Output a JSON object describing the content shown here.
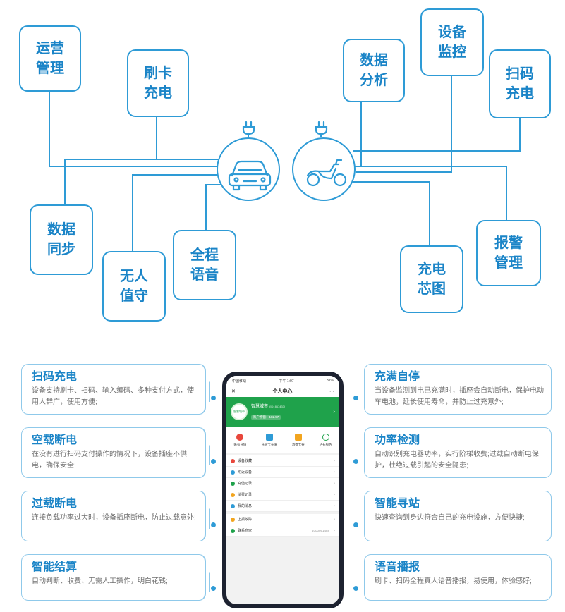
{
  "diagram": {
    "nodes": [
      {
        "id": "ops",
        "line1": "运营",
        "line2": "管理"
      },
      {
        "id": "card",
        "line1": "刷卡",
        "line2": "充电"
      },
      {
        "id": "sync",
        "line1": "数据",
        "line2": "同步"
      },
      {
        "id": "unattended",
        "line1": "无人",
        "line2": "值守"
      },
      {
        "id": "voice",
        "line1": "全程",
        "line2": "语音"
      },
      {
        "id": "analysis",
        "line1": "数据",
        "line2": "分析"
      },
      {
        "id": "monitor",
        "line1": "设备",
        "line2": "监控"
      },
      {
        "id": "scan",
        "line1": "扫码",
        "line2": "充电"
      },
      {
        "id": "alarm",
        "line1": "报警",
        "line2": "管理"
      },
      {
        "id": "chip",
        "line1": "充电",
        "line2": "芯图"
      }
    ],
    "hubs": [
      {
        "id": "car",
        "icon": "car-charging-icon"
      },
      {
        "id": "ebike",
        "icon": "ebike-charging-icon"
      }
    ],
    "line_color": "#2e9bd6"
  },
  "features": {
    "left": [
      {
        "title": "扫码充电",
        "desc": "设备支持刷卡、扫码、输入编码、多种支付方式，使用人群广，使用方便;"
      },
      {
        "title": "空载断电",
        "desc": "在没有进行扫码支付操作的情况下，设备插座不供电，确保安全;"
      },
      {
        "title": "过载断电",
        "desc": "连接负载功率过大时，设备插座断电，防止过载意外;"
      },
      {
        "title": "智能结算",
        "desc": "自动判断、收费、无需人工操作，明白花钱;"
      }
    ],
    "right": [
      {
        "title": "充满自停",
        "desc": "当设备监测到电已充满时，插座会自动断电，保护电动车电池，延长使用寿命，并防止过充意外;"
      },
      {
        "title": "功率检测",
        "desc": "自动识别充电器功率，实行阶梯收费;过载自动断电保护，杜绝过载引起的安全隐患;"
      },
      {
        "title": "智能寻站",
        "desc": "快速查询到身边符合自己的充电设施，方便快捷;"
      },
      {
        "title": "语音播报",
        "desc": "刷卡、扫码全程真人语音播报，易使用，体验感好;"
      }
    ]
  },
  "phone": {
    "status_left": "中国移动",
    "status_time": "下午 1:07",
    "status_right": "31%",
    "nav_title": "个人中心",
    "nav_more": "···",
    "nav_close": "✕",
    "profile_name": "智慧城市",
    "profile_id": "(ID: 867433)",
    "profile_balance": "账户余额：182.57",
    "avatar_text": "智慧城市",
    "actions": [
      "账号充值",
      "充值卡充值",
      "消费卡券",
      "店长服务"
    ],
    "menu": [
      "设备收藏",
      "附近设备",
      "充值记录",
      "消费记录",
      "我的消息"
    ],
    "menu2": [
      "上报故障",
      "联系商家"
    ],
    "contact_value": "4000051488"
  },
  "colors": {
    "accent": "#2e9bd6",
    "title": "#1a84c7",
    "phone_green": "#1fa24b"
  }
}
